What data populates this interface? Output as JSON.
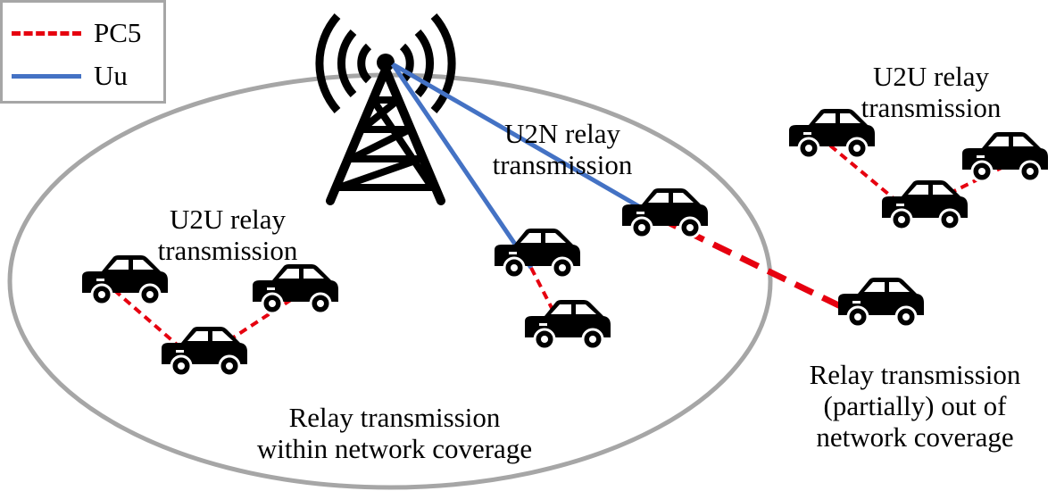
{
  "legend": {
    "items": [
      {
        "label": "PC5",
        "color": "#e6000f",
        "style": "dashed"
      },
      {
        "label": "Uu",
        "color": "#4472c4",
        "style": "solid"
      }
    ]
  },
  "labels": {
    "u2u_left": [
      "U2U relay",
      "transmission"
    ],
    "u2n": [
      "U2N relay",
      "transmission"
    ],
    "u2u_right": [
      "U2U relay",
      "transmission"
    ],
    "within_coverage": [
      "Relay transmission",
      "within network coverage"
    ],
    "out_of_coverage": [
      "Relay transmission",
      "(partially) out of",
      "network coverage"
    ]
  },
  "colors": {
    "coverage_ellipse": "#a6a6a6",
    "pc5_link": "#e6000f",
    "uu_link": "#4472c4",
    "vehicle": "#000000",
    "tower": "#000000"
  },
  "icons": {
    "tower": "base-station-tower-icon",
    "vehicle": "car-icon"
  }
}
